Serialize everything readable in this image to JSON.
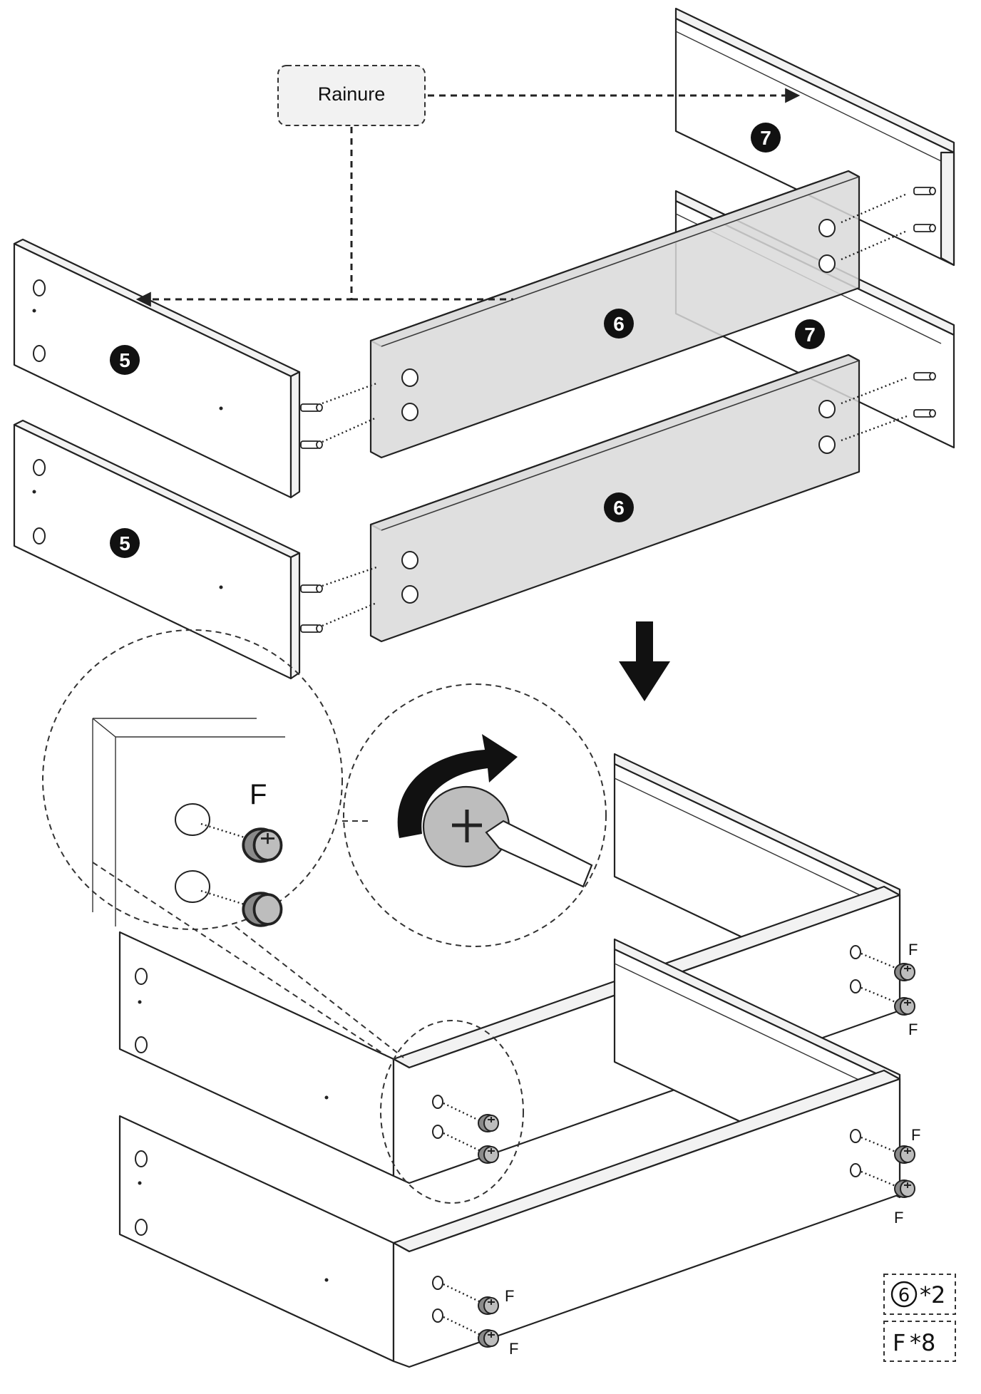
{
  "diagram": {
    "groove_label": "Rainure",
    "part_numbers": {
      "side_panel": "5",
      "front_back_panel": "6",
      "grooved_panel": "7"
    },
    "fastener_letter": "F",
    "quantities": [
      {
        "part": "6",
        "text": "*2"
      },
      {
        "part": "F",
        "text": "*8"
      }
    ],
    "colors": {
      "line": "#222222",
      "highlight_panel": "#d9d9d9",
      "badge": "#111111",
      "cam_lock": "#8a8a8a"
    },
    "icons": [
      "down-arrow-icon",
      "rotate-arrow-icon",
      "screwdriver-icon",
      "cam-lock-icon",
      "dowel-icon"
    ]
  }
}
